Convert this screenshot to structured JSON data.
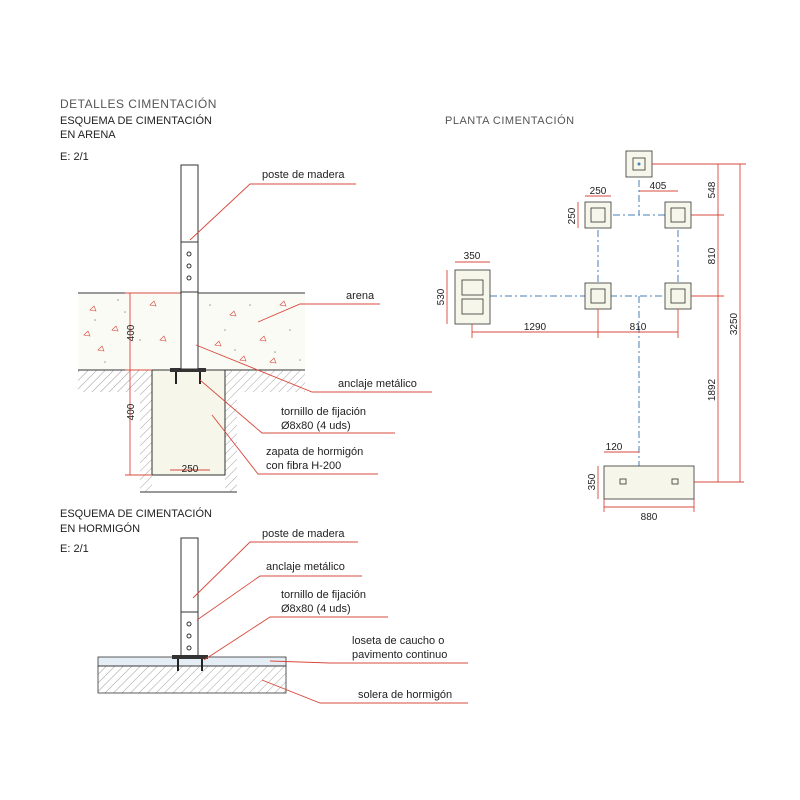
{
  "headings": {
    "main": "DETALLES CIMENTACIÓN",
    "arena_l1": "ESQUEMA DE CIMENTACIÓN",
    "arena_l2": "EN ARENA",
    "arena_scale": "E: 2/1",
    "horm_l1": "ESQUEMA DE CIMENTACIÓN",
    "horm_l2": "EN HORMIGÓN",
    "horm_scale": "E: 2/1",
    "planta": "PLANTA CIMENTACIÓN"
  },
  "arena_labels": {
    "poste": "poste de madera",
    "arena": "arena",
    "anclaje": "anclaje metálico",
    "tornillo_1": "tornillo de fijación",
    "tornillo_2": "Ø8x80 (4 uds)",
    "zapata_1": "zapata de hormigón",
    "zapata_2": "con fibra H-200"
  },
  "arena_dims": {
    "upper": "400",
    "lower": "400",
    "width": "250"
  },
  "horm_labels": {
    "poste": "poste de madera",
    "anclaje": "anclaje metálico",
    "tornillo_1": "tornillo de fijación",
    "tornillo_2": "Ø8x80 (4 uds)",
    "loseta_1": "loseta de caucho o",
    "loseta_2": "pavimento continuo",
    "solera": "solera de hormigón"
  },
  "plan_dims": {
    "pad_w": "250",
    "pad_h": "250",
    "d405": "405",
    "d548": "548",
    "d810v": "810",
    "d3250": "3250",
    "d350": "350",
    "d530": "530",
    "d1290": "1290",
    "d810h": "810",
    "d1892": "1892",
    "d120": "120",
    "d350b": "350",
    "d880": "880"
  },
  "colors": {
    "leader": "#d8483c",
    "axis": "#4a7fb8",
    "detail": "#3fa9b5",
    "concrete": "#f6f6ea"
  }
}
